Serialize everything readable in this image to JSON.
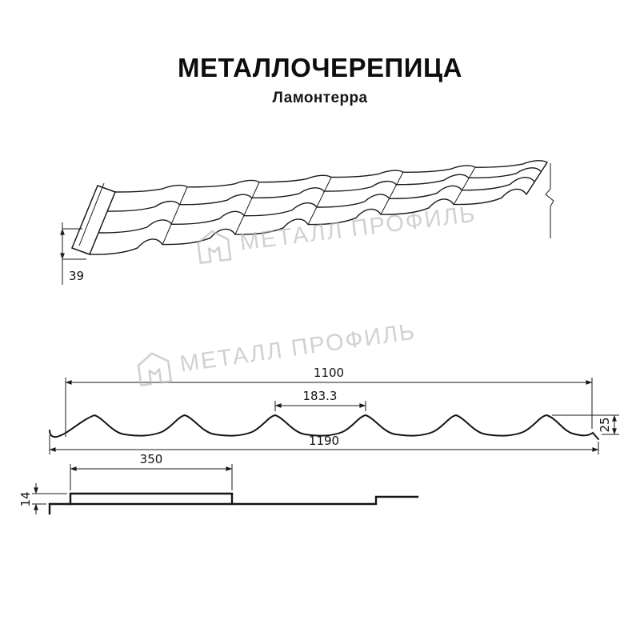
{
  "page": {
    "title": "МЕТАЛЛОЧЕРЕПИЦА",
    "subtitle": "Ламонтерра"
  },
  "watermark": {
    "text": "МЕТАЛЛ ПРОФИЛЬ"
  },
  "iso_view": {
    "edge_height": "39"
  },
  "profile_view": {
    "cover_width": "1100",
    "wave_pitch": "183.3",
    "profile_height": "25",
    "overall_width": "1190"
  },
  "step_view": {
    "module_length": "350",
    "step_height": "14"
  },
  "colors": {
    "line": "#1a1a1a",
    "watermark": "#b5b5b5",
    "background": "#ffffff"
  }
}
